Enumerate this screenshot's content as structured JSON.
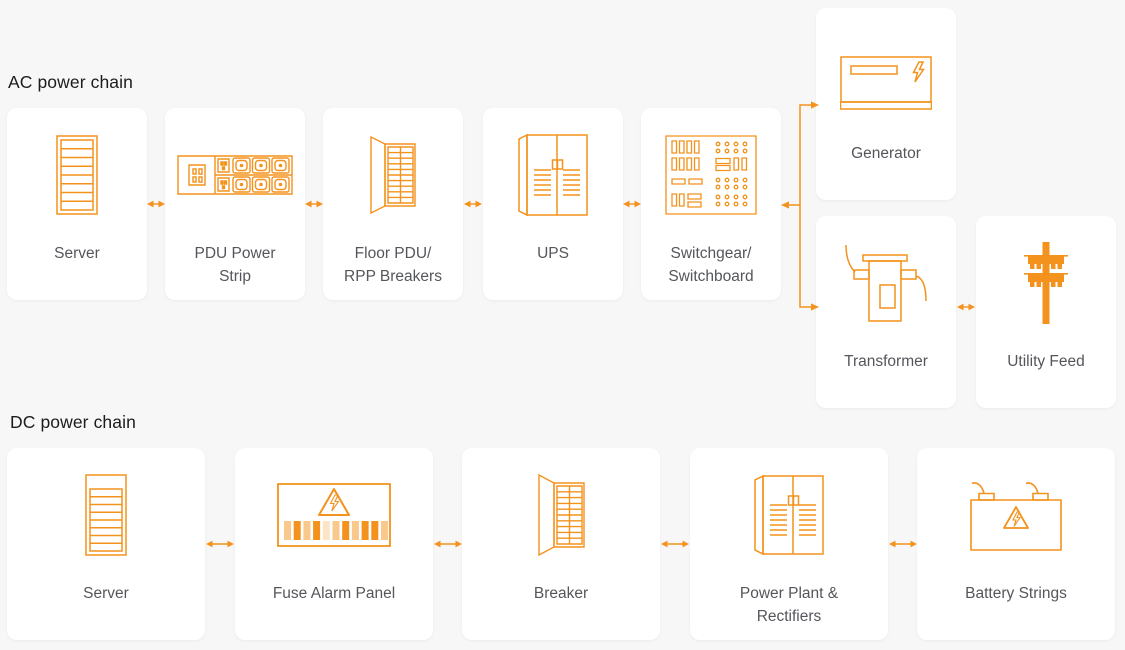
{
  "colors": {
    "accent_orange": "#F3921C",
    "accent_orange_light": "#F8C083",
    "label_gray": "#54565B",
    "heading_dark": "#1C1C1E",
    "card_bg": "#FFFFFF",
    "page_bg": "#F7F7F7"
  },
  "ac_chain": {
    "heading": "AC power chain",
    "nodes": [
      {
        "label": "Server",
        "icon": "server-icon"
      },
      {
        "label": "PDU Power\nStrip",
        "icon": "pdu-power-strip-icon"
      },
      {
        "label": "Floor PDU/\nRPP Breakers",
        "icon": "floor-pdu-cabinet-icon"
      },
      {
        "label": "UPS",
        "icon": "ups-cabinet-icon"
      },
      {
        "label": "Switchgear/\nSwitchboard",
        "icon": "switchgear-panel-icon"
      },
      {
        "label": "Generator",
        "icon": "generator-icon"
      },
      {
        "label": "Transformer",
        "icon": "transformer-icon"
      },
      {
        "label": "Utility Feed",
        "icon": "utility-pole-icon"
      }
    ]
  },
  "dc_chain": {
    "heading": "DC power chain",
    "nodes": [
      {
        "label": "Server",
        "icon": "server-tower-icon"
      },
      {
        "label": "Fuse Alarm Panel",
        "icon": "fuse-alarm-panel-icon"
      },
      {
        "label": "Breaker",
        "icon": "breaker-cabinet-icon"
      },
      {
        "label": "Power Plant &\nRectifiers",
        "icon": "power-plant-rectifiers-icon"
      },
      {
        "label": "Battery Strings",
        "icon": "battery-icon"
      }
    ]
  },
  "connectors": {
    "inline": "double-headed-arrow",
    "branch": "switchgear-to-generator-and-transformer-bracket"
  }
}
